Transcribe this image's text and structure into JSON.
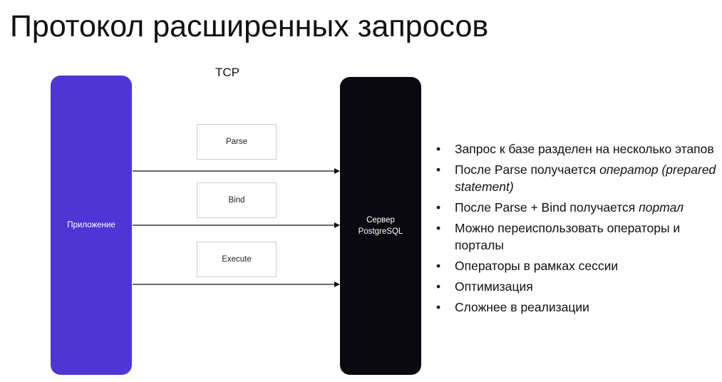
{
  "title": "Протокол расширенных запросов",
  "protocol_label": "TCP",
  "client": {
    "label": "Приложение",
    "color": "#4f35d6"
  },
  "server": {
    "label_line1": "Сервер",
    "label_line2": "PostgreSQL",
    "color": "#0a0910"
  },
  "messages": [
    {
      "label": "Parse"
    },
    {
      "label": "Bind"
    },
    {
      "label": "Execute"
    }
  ],
  "bullet_glyph": "•",
  "bullets": [
    {
      "text": "Запрос  к базе разделен на несколько этапов",
      "em": ""
    },
    {
      "text": "После Parse получается ",
      "em": "оператор (prepared statement)"
    },
    {
      "text": "После Parse + Bind получается ",
      "em": "портал"
    },
    {
      "text": "Можно переиспользовать операторы и порталы",
      "em": ""
    },
    {
      "text": "Операторы в рамках сессии",
      "em": ""
    },
    {
      "text": "Оптимизация",
      "em": ""
    },
    {
      "text": "Сложнее в реализации",
      "em": ""
    }
  ]
}
